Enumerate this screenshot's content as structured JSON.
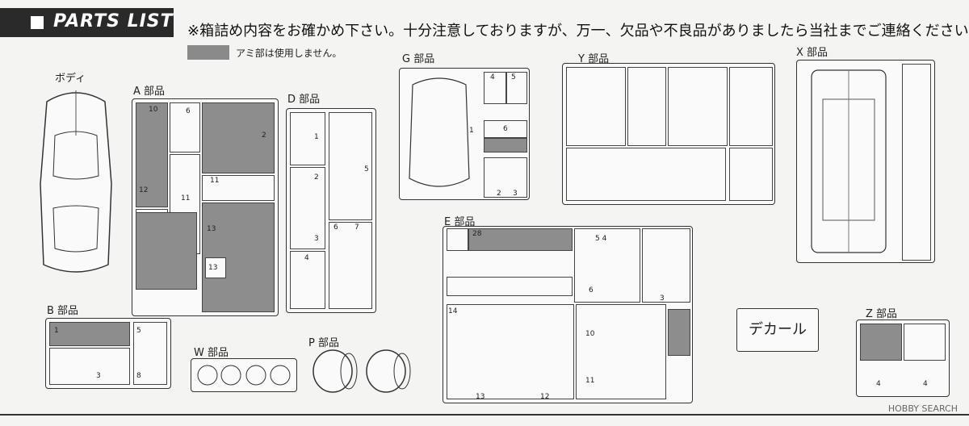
{
  "header": {
    "title": "PARTS LIST"
  },
  "notice": "※箱詰め内容をお確かめ下さい。十分注意しておりますが、万一、欠品や不良品がありましたら当社までご連絡ください。",
  "legend": {
    "text": "アミ部は使用しません。"
  },
  "sections": {
    "body": "ボディ",
    "a": "A 部品",
    "b": "B 部品",
    "d": "D 部品",
    "g": "G 部品",
    "e": "E 部品",
    "w": "W 部品",
    "p": "P 部品",
    "y": "Y 部品",
    "x": "X 部品",
    "z": "Z 部品"
  },
  "decal": "デカール",
  "watermark": "HOBBY SEARCH",
  "colors": {
    "gray": "#8d8d8d",
    "dark": "#2a2a2a"
  }
}
